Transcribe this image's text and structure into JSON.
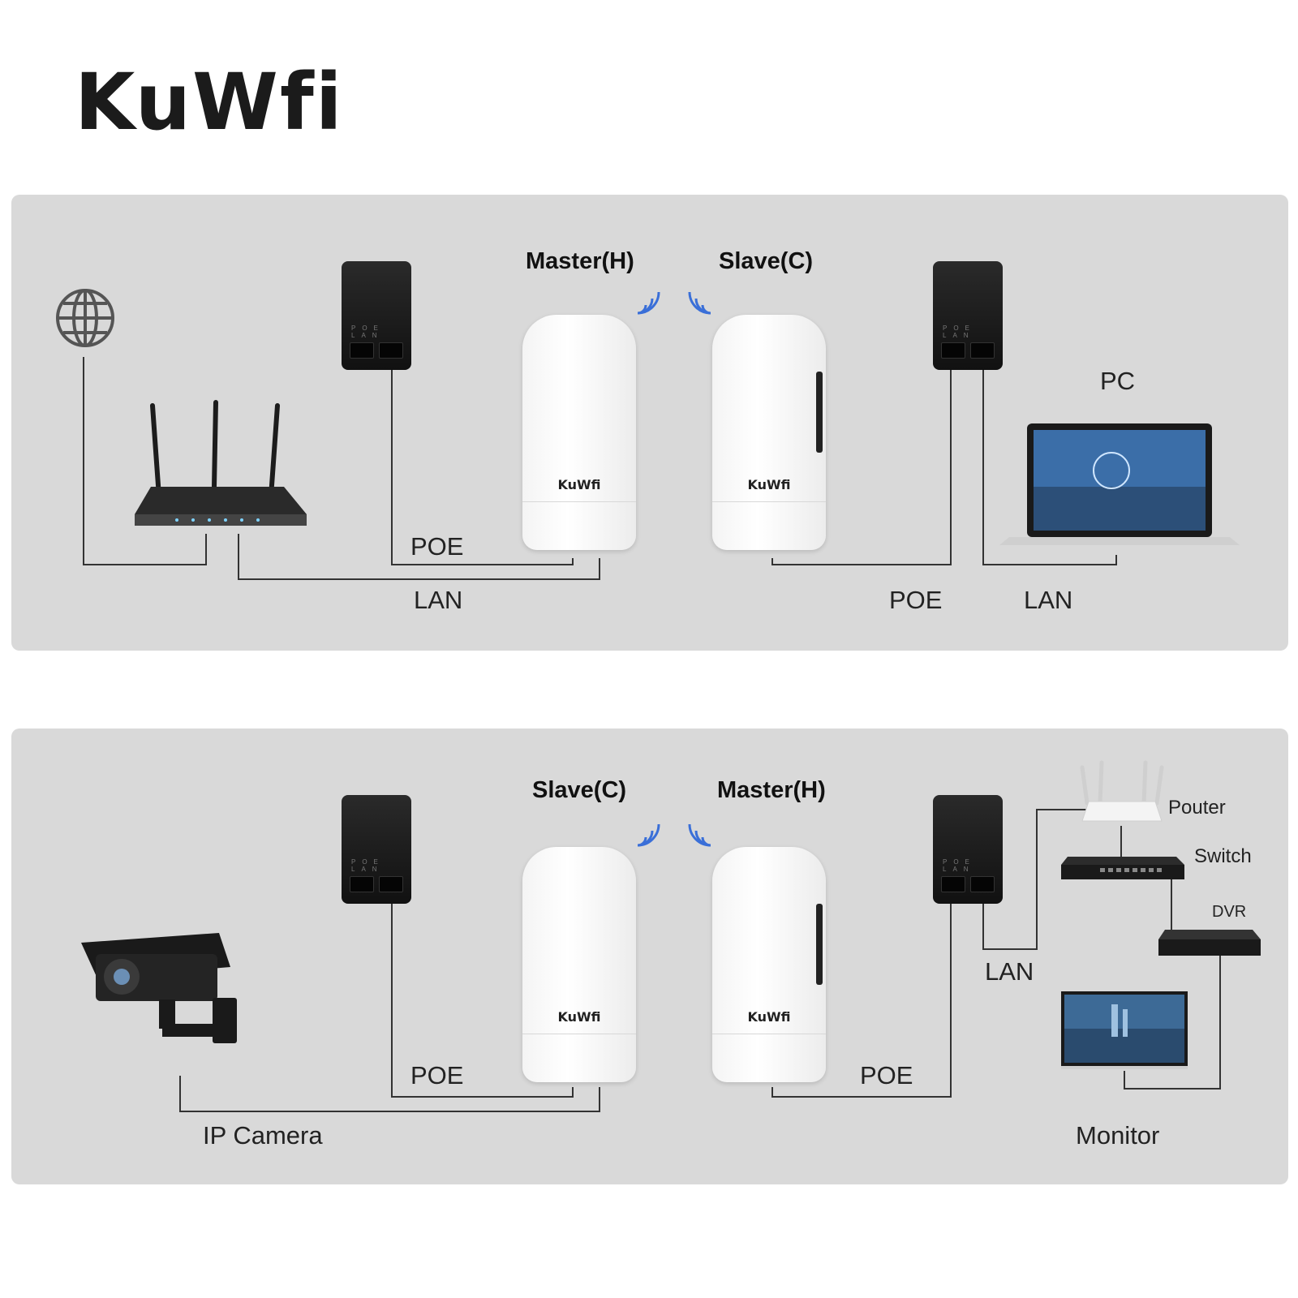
{
  "brand": {
    "logo_text": "KuWfi",
    "device_badge": "KuWfi"
  },
  "panel_top": {
    "master_label": "Master(H)",
    "slave_label": "Slave(C)",
    "poe_left": "POE",
    "lan_left": "LAN",
    "poe_right": "POE",
    "lan_right": "LAN",
    "pc_label": "PC"
  },
  "panel_bottom": {
    "slave_label": "Slave(C)",
    "master_label": "Master(H)",
    "poe_left": "POE",
    "poe_right": "POE",
    "lan_right": "LAN",
    "camera_label": "IP Camera",
    "router_label": "Pouter",
    "switch_label": "Switch",
    "dvr_label": "DVR",
    "monitor_label": "Monitor"
  },
  "colors": {
    "panel": "#d9d9d9",
    "wire": "#333333",
    "wifi": "#3a6fd8",
    "device_dark": "#1c1c1c"
  }
}
